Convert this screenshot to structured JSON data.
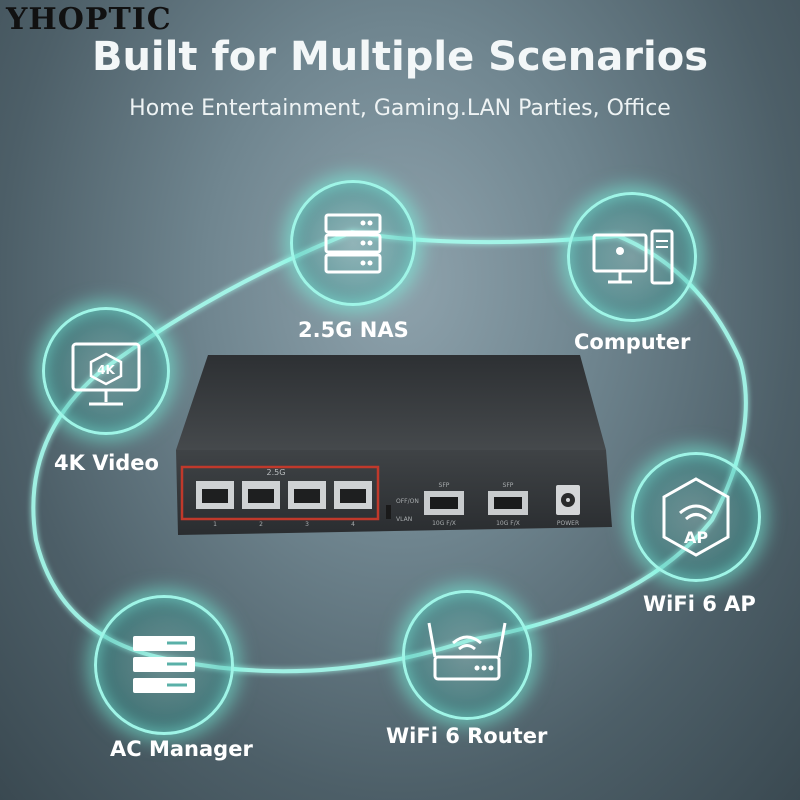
{
  "brand": "YHOPTIC",
  "headline": "Built for Multiple Scenarios",
  "subline": "Home Entertainment, Gaming.LAN Parties, Office",
  "nodes": {
    "nas": {
      "label": "2.5G NAS",
      "icon": "server-rack-icon"
    },
    "computer": {
      "label": "Computer",
      "icon": "desktop-computer-icon"
    },
    "video": {
      "label": "4K Video",
      "icon": "monitor-4k-icon",
      "badge": "4K"
    },
    "ap": {
      "label": "WiFi 6 AP",
      "icon": "access-point-icon",
      "badge": "AP"
    },
    "manager": {
      "label": "AC Manager",
      "icon": "ac-controller-icon"
    },
    "router": {
      "label": "WiFi 6 Router",
      "icon": "wifi-router-icon"
    }
  },
  "switch": {
    "port_group_label": "2.5G",
    "port_numbers": [
      "1",
      "2",
      "3",
      "4"
    ],
    "dip_label_top": "OFF/ON",
    "dip_label_bottom": "VLAN",
    "sfp_top": [
      "SFP",
      "SFP"
    ],
    "sfp_bottom": [
      "10G F/X",
      "10G F/X"
    ],
    "power_label": "POWER"
  },
  "colors": {
    "glow": "#9ff5e7",
    "switch_body": "#3c4043",
    "port_frame": "#c0392b"
  }
}
